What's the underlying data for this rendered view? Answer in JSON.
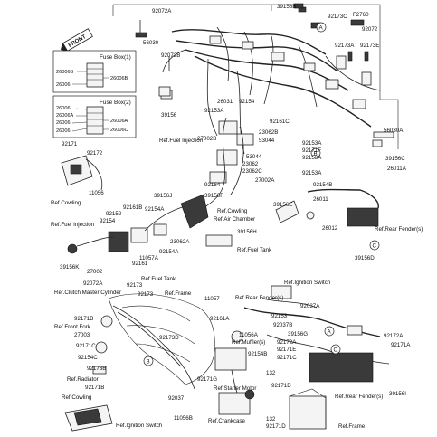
{
  "front_badge": "FRONT",
  "fuse_box_1": {
    "title": "Fuse Box(1)",
    "left_labels": [
      "26006B",
      "26006"
    ],
    "right_labels": [
      "26006B"
    ]
  },
  "fuse_box_2": {
    "title": "Fuse Box(2)",
    "left_labels": [
      "26006",
      "26006A",
      "26006",
      "26006"
    ],
    "right_labels": [
      "26006A",
      "26006C"
    ]
  },
  "callouts": [
    "A",
    "B",
    "C"
  ],
  "part_numbers": [
    "92072A",
    "39156B",
    "92173C",
    "F2760",
    "92072",
    "56030",
    "92072B",
    "92173A",
    "92173E",
    "26031",
    "92154",
    "92153A",
    "39156",
    "92161C",
    "27002B",
    "23062B",
    "53044",
    "53044",
    "92153A",
    "23062",
    "92171F",
    "23062C",
    "92153A",
    "92153A",
    "27002A",
    "39156C",
    "26011A",
    "92154B",
    "26011",
    "56030A",
    "92171",
    "92172",
    "11056",
    "92154",
    "39156J",
    "39156F",
    "92161B",
    "92154A",
    "92152",
    "92154",
    "39156E",
    "39156H",
    "26012",
    "23062A",
    "11057A",
    "92154A",
    "92161",
    "39156K",
    "27002",
    "39156D",
    "92072A",
    "92173",
    "92173",
    "11057",
    "92037A",
    "92171B",
    "92161A",
    "92153",
    "27003",
    "11056A",
    "92037B",
    "39156G",
    "92171C",
    "92173D",
    "92154C",
    "92154B",
    "92172A",
    "92171E",
    "92172A",
    "92171A",
    "92173B",
    "92171C",
    "132",
    "92171D",
    "92171G",
    "92037",
    "11056B",
    "92171B",
    "39156I",
    "92171D",
    "132"
  ],
  "ref_labels": [
    "Ref.Fuel Injection",
    "Ref.Cowling",
    "Ref.Cowling",
    "Ref.Air Chamber",
    "Ref.Rear Fender(s)",
    "Ref.Fuel Injection",
    "Ref.Fuel Tank",
    "Ref.Fuel Tank",
    "Ref.Frame",
    "Ref.Clutch Master Cylinder",
    "Ref.Front Fork",
    "Ref.Ignition Switch",
    "Ref.Rear Fender(s)",
    "Ref.Muffler(s)",
    "Ref.Radiator",
    "Ref.Cowling",
    "Ref.Ignition Switch",
    "Ref.Starter Motor",
    "Ref.Crankcase",
    "Ref.Rear Fender(s)",
    "Ref.Frame"
  ]
}
